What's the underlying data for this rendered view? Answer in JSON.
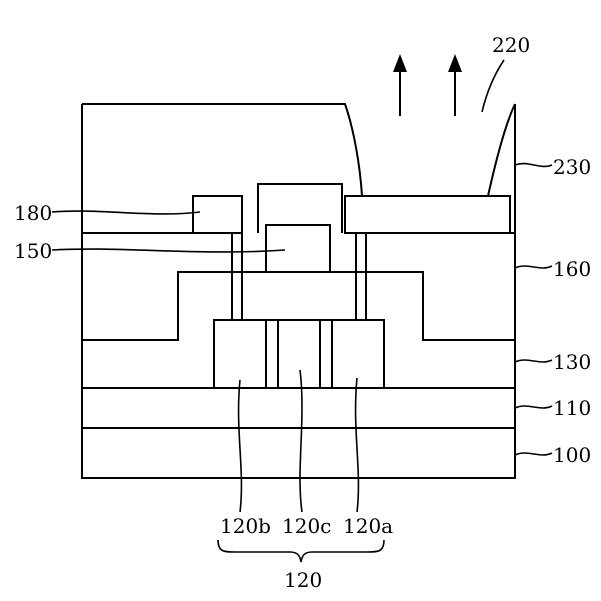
{
  "labels": {
    "l220": "220",
    "l230": "230",
    "l180": "180",
    "l150": "150",
    "l160": "160",
    "l130": "130",
    "l110": "110",
    "l100": "100",
    "l120b": "120b",
    "l120c": "120c",
    "l120a": "120a",
    "l120": "120"
  },
  "colors": {
    "stroke": "#000000",
    "background": "#ffffff"
  }
}
